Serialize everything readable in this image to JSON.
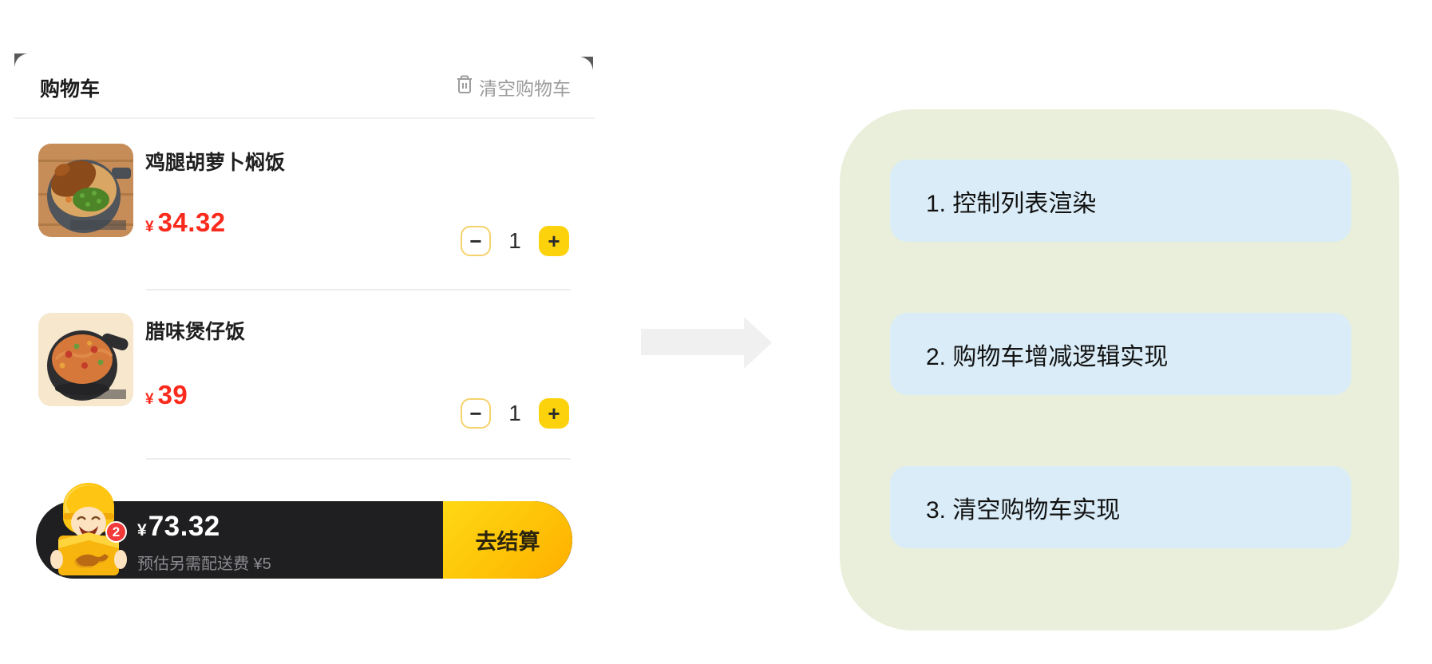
{
  "cart": {
    "title": "购物车",
    "clear_label": "清空购物车",
    "currency": "¥",
    "items": [
      {
        "name": "鸡腿胡萝卜焖饭",
        "price": "34.32",
        "qty": "1"
      },
      {
        "name": "腊味煲仔饭",
        "price": "39",
        "qty": "1"
      }
    ],
    "stepper": {
      "minus": "−",
      "plus": "+"
    },
    "summary": {
      "badge_count": "2",
      "total": "73.32",
      "delivery_note": "预估另需配送费 ¥5",
      "checkout_label": "去结算"
    }
  },
  "tasks": {
    "items": [
      {
        "label": "1. 控制列表渲染"
      },
      {
        "label": "2. 购物车增减逻辑实现"
      },
      {
        "label": "3. 清空购物车实现"
      }
    ]
  },
  "colors": {
    "accent_yellow": "#fcd20c",
    "checkout_gradient_start": "#ffd814",
    "checkout_gradient_end": "#ffae00",
    "price_red": "#fa2a1c",
    "badge_red": "#f23a3a",
    "bar_black": "#1f1f21",
    "muted_gray": "#9c9c9c",
    "panel_green": "#e9efda",
    "card_blue": "#d9ecf7",
    "arrow_gray": "#f0f0f0"
  }
}
